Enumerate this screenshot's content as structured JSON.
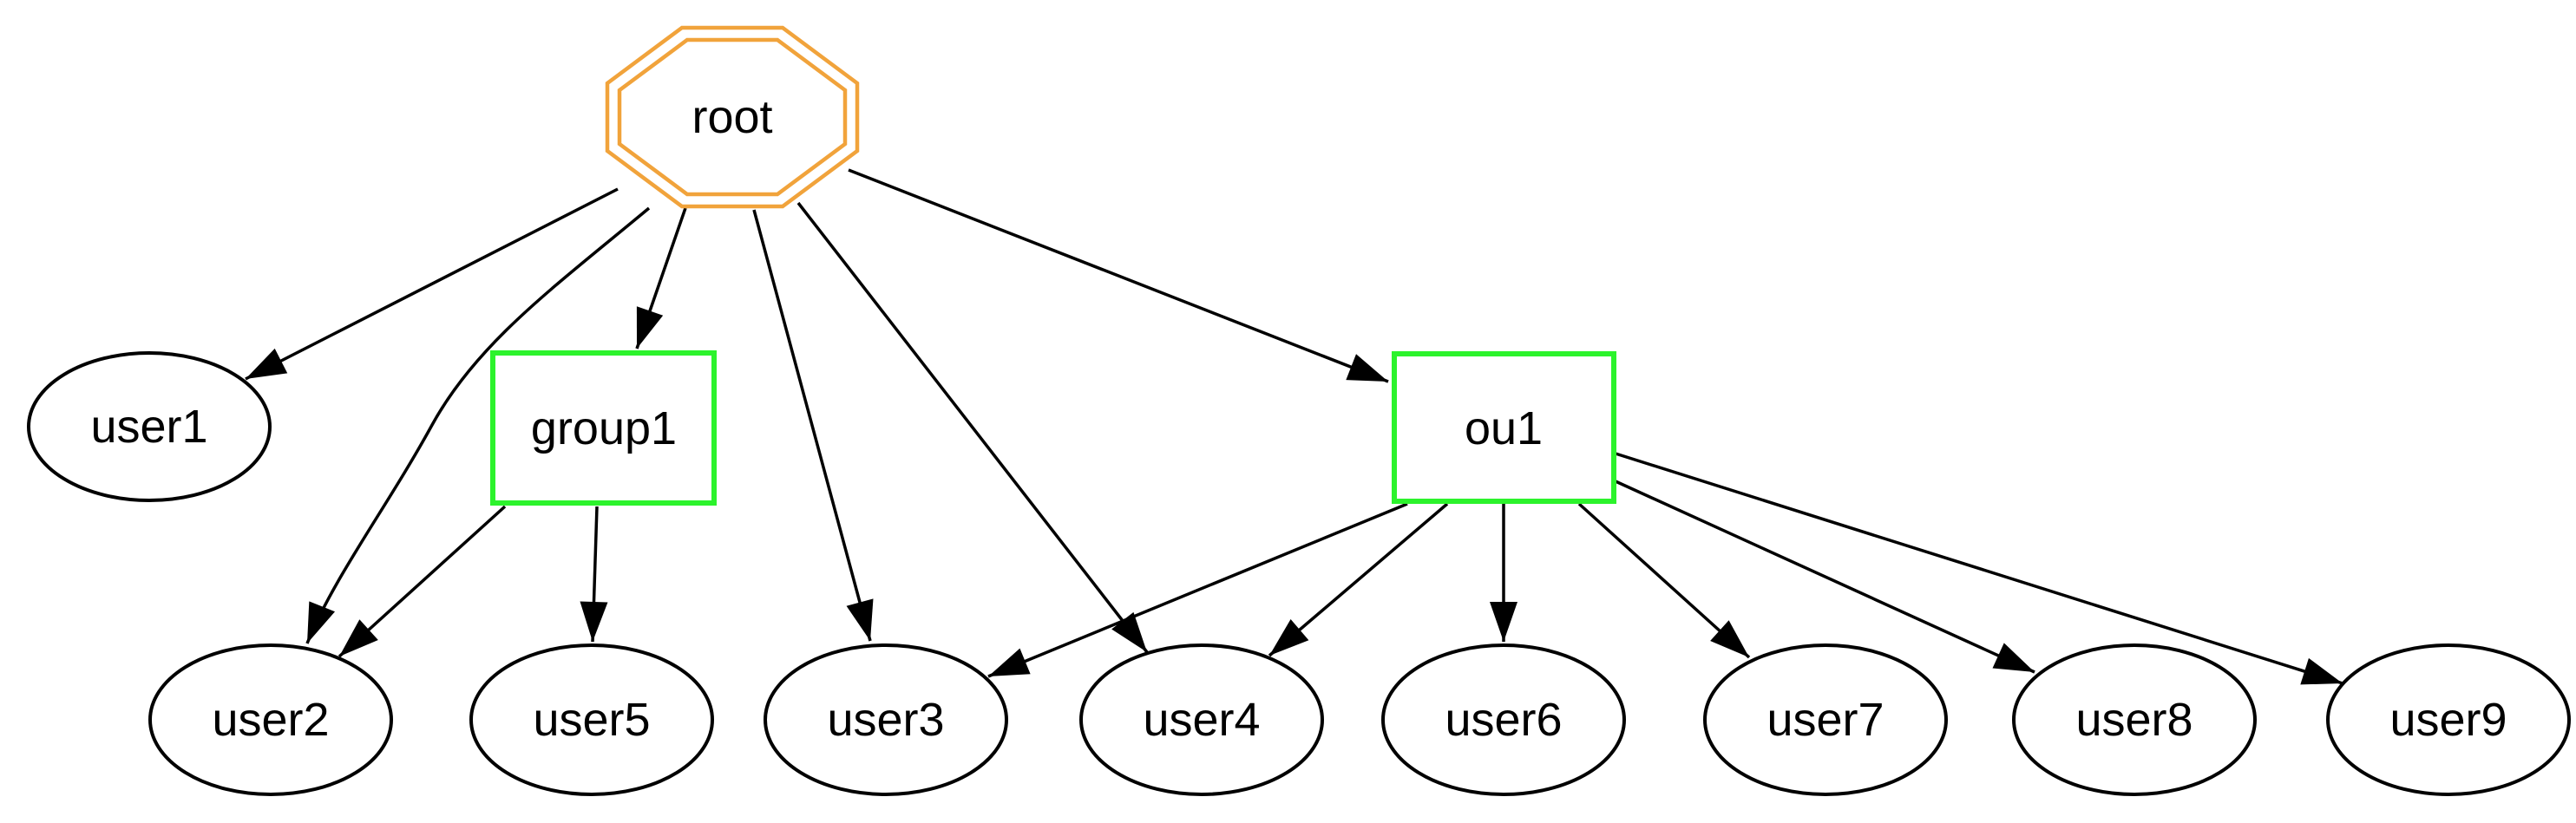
{
  "diagram": {
    "kind": "directed-graph",
    "description": "LDAP-style hierarchy tree rendered as a graph",
    "background_color": "#ffffff",
    "edge_color": "#000000",
    "label_color": "#000000"
  },
  "graph": {
    "edge_color": "#000000",
    "nodes": {
      "root": {
        "label": "root",
        "shape": "doubleoctagon",
        "border_color": "#f1a33b"
      },
      "user1": {
        "label": "user1",
        "shape": "ellipse",
        "border_color": "#000000"
      },
      "group1": {
        "label": "group1",
        "shape": "box",
        "border_color": "#2cf32c"
      },
      "ou1": {
        "label": "ou1",
        "shape": "box",
        "border_color": "#2cf32c"
      },
      "user2": {
        "label": "user2",
        "shape": "ellipse",
        "border_color": "#000000"
      },
      "user5": {
        "label": "user5",
        "shape": "ellipse",
        "border_color": "#000000"
      },
      "user3": {
        "label": "user3",
        "shape": "ellipse",
        "border_color": "#000000"
      },
      "user4": {
        "label": "user4",
        "shape": "ellipse",
        "border_color": "#000000"
      },
      "user6": {
        "label": "user6",
        "shape": "ellipse",
        "border_color": "#000000"
      },
      "user7": {
        "label": "user7",
        "shape": "ellipse",
        "border_color": "#000000"
      },
      "user8": {
        "label": "user8",
        "shape": "ellipse",
        "border_color": "#000000"
      },
      "user9": {
        "label": "user9",
        "shape": "ellipse",
        "border_color": "#000000"
      }
    },
    "edges": [
      {
        "from": "root",
        "to": "user1"
      },
      {
        "from": "root",
        "to": "user2"
      },
      {
        "from": "root",
        "to": "group1"
      },
      {
        "from": "root",
        "to": "user3"
      },
      {
        "from": "root",
        "to": "user4"
      },
      {
        "from": "root",
        "to": "ou1"
      },
      {
        "from": "group1",
        "to": "user2"
      },
      {
        "from": "group1",
        "to": "user5"
      },
      {
        "from": "ou1",
        "to": "user3"
      },
      {
        "from": "ou1",
        "to": "user4"
      },
      {
        "from": "ou1",
        "to": "user6"
      },
      {
        "from": "ou1",
        "to": "user7"
      },
      {
        "from": "ou1",
        "to": "user8"
      },
      {
        "from": "ou1",
        "to": "user9"
      }
    ]
  }
}
